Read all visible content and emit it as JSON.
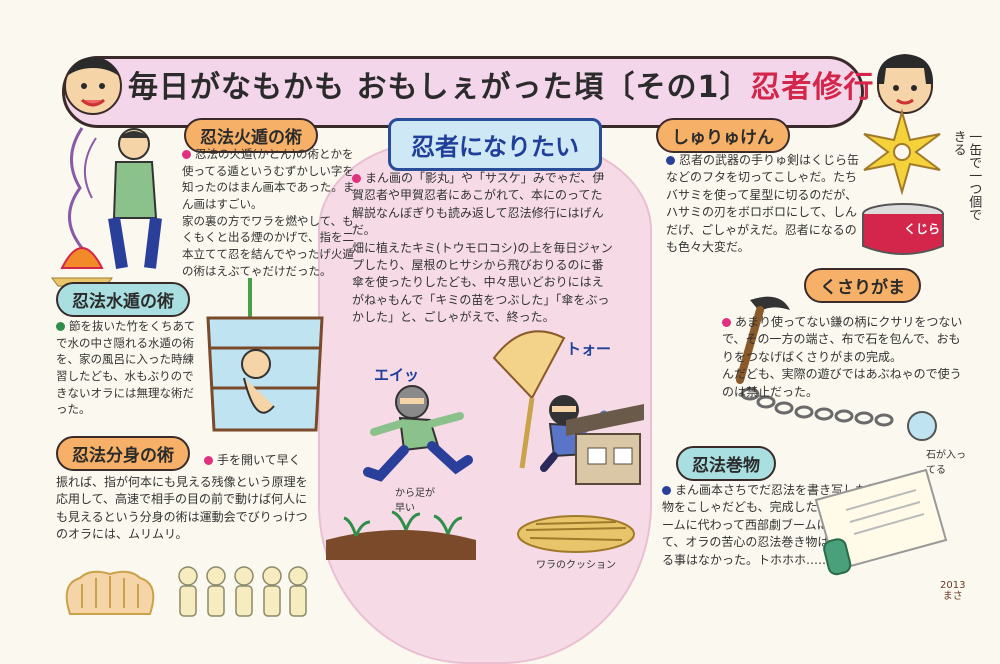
{
  "banner": {
    "title_main": "毎日がなもかも おもしぇがった頃",
    "title_part": "〔その1〕",
    "title_accent": "忍者修行!!"
  },
  "center": {
    "title": "忍者になりたい",
    "body": "まん画の「影丸」や「サスケ」みでゃだ、伊賀忍者や甲賀忍者にあこがれて、本にのってた解説なんぼぎりも読み返して忍法修行にはげんだ。\n畑に植えたキミ(トウモロコシ)の上を毎日ジャンプしたり、屋根のヒサシから飛びおりるのに番傘を使ったりしたども、中々思いどおりにはえがねゃもんで「キミの苗をつぶした」「傘をぶっかした」と、ごしゃがえで、終った。",
    "shout_left": "エイッ",
    "shout_right": "トォー",
    "caption_feet": "から足が早い",
    "caption_rope": "ワラのクッション"
  },
  "fire": {
    "heading": "忍法火遁の術",
    "body": "忍法の火遁(かとん)の術とかを使ってる遁というむずかしい字を知ったのはまん画本であった。まん画はすごい。\n家の裏の方でワラを燃やして、もくもくと出る煙のかげで、指を二本立てて忍を結んでやったげ火遁の術はえぶてゃだけだった。"
  },
  "water": {
    "heading": "忍法水遁の術",
    "body": "節を抜いた竹をくちあてで水の中さ隠れる水遁の術を、家の風呂に入った時練習したども、水もぶりのできないオラには無理な術だった。"
  },
  "bunshin": {
    "heading": "忍法分身の術",
    "note": "手を開いて早く",
    "body": "振れば、指が何本にも見える残像という原理を応用して、高速で相手の目の前で動けば何人にも見えるという分身の術は運動会でびりっけつのオラには、ムリムリ。"
  },
  "shuriken": {
    "heading": "しゅりゅけん",
    "body": "忍者の武器の手りゅ剣はくじら缶などのフタを切ってこしゃだ。たちバサミを使って星型に切るのだが、ハサミの刃をボロボロにして、しんだげ、ごしゃがえだ。忍者になるのも色々大変だ。",
    "side_note": "一缶で一つ個できる",
    "can_label": "くじら"
  },
  "kusarigama": {
    "heading": "くさりがま",
    "body": "あまり使ってない鎌の柄にクサリをつないで、その一方の端さ、布で石を包んで、おもりをつなげばくさりがまの完成。\nんだども、実際の遊びではあぶねゃので使うのは禁止だった。",
    "caption": "石が入ってる"
  },
  "scroll": {
    "heading": "忍法巻物",
    "body": "まん画本さちでだ忍法を書き写した巻き物をこしゃだども、完成した時には忍者ブームに代わって西部劇ブームになっていて、オラの苦心の忍法巻き物は日の目をみる事はなかった。トホホホ……。",
    "signature": "2013\nまさ"
  },
  "colors": {
    "banner_bg": "#f4d6ea",
    "cloud_bg": "#f6dbe7",
    "accent_red": "#d4264a",
    "heading_orange": "#f6b067",
    "heading_teal": "#a9dfe0"
  }
}
